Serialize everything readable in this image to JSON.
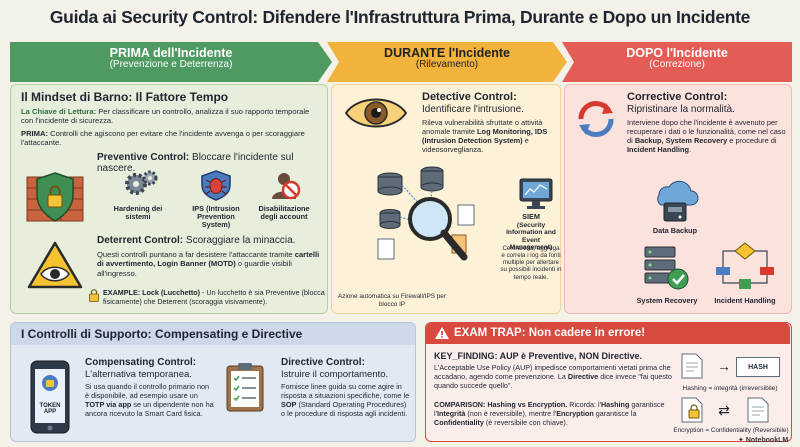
{
  "title": "Guida ai Security Control: Difendere l'Infrastruttura Prima, Durante e Dopo un Incidente",
  "phases": [
    {
      "title": "PRIMA dell'Incidente",
      "subtitle": "(Prevenzione e Deterrenza)"
    },
    {
      "title": "DURANTE l'Incidente",
      "subtitle": "(Rilevamento)"
    },
    {
      "title": "DOPO l'Incidente",
      "subtitle": "(Correzione)"
    }
  ],
  "prima": {
    "mindset_title": "Il Mindset di Barno: Il Fattore Tempo",
    "key_label": "La Chiave di Lettura:",
    "key_text": "Per classificare un controllo, analizza il suo rapporto temporale con l'incidente di sicurezza.",
    "prima_label": "PRIMA:",
    "prima_text": "Controlli che agiscono per evitare che l'incidente avvenga o per scoraggiare l'attaccante.",
    "preventive_label": "Preventive Control:",
    "preventive_text": "Bloccare l'incidente sul nascere.",
    "items": [
      "Hardening dei sistemi",
      "IPS (Intrusion Prevention System)",
      "Disabilitazione degli account"
    ],
    "deterrent_label": "Deterrent Control:",
    "deterrent_text": "Scoraggiare la minaccia.",
    "deterrent_desc_1": "Questi controlli puntano a far desistere l'attaccante tramite ",
    "deterrent_desc_bold": "cartelli di avvertimento, Login Banner (MOTD)",
    "deterrent_desc_2": " o guardie visibili all'ingresso.",
    "example_label": "EXAMPLE: Lock (Lucchetto)",
    "example_text": " - Un lucchetto è sia Preventive (blocca fisicamente) che Deterrent (scoraggia visivamente)."
  },
  "durante": {
    "detective_label": "Detective Control:",
    "detective_text": "Identificare l'intrusione.",
    "desc_1": "Rileva vulnerabilità sfruttate o attività anomale tramite ",
    "desc_bold": "Log Monitoring, IDS (Intrusion Detection System)",
    "desc_2": " e videosorveglianza.",
    "siem_title": "SIEM",
    "siem_sub": "(Security Information and Event Management)",
    "siem_desc": "Centralizza, aggrega e correla i log da fonti multiple per allertare su possibili incidenti in tempo reale.",
    "auto_note": "Azione automatica su Firewall/IPS per blocco IP"
  },
  "dopo": {
    "corrective_label": "Corrective Control:",
    "corrective_text": "Ripristinare la normalità.",
    "desc_1": "Interviene dopo che l'incidente è avvenuto per recuperare i dati o le funzionalità, come nel caso di ",
    "desc_bold": "Backup, System Recovery",
    "desc_2": " e procedure di ",
    "desc_bold2": "Incident Handling",
    "desc_3": ".",
    "items": [
      "Data Backup",
      "System Recovery",
      "Incident Handling"
    ]
  },
  "supporto": {
    "title": "I Controlli di Supporto: Compensating e Directive",
    "comp_label": "Compensating Control:",
    "comp_text": "L'alternativa temporanea.",
    "comp_desc_1": "Si usa quando il controllo primario non è disponibile, ad esempio usare un ",
    "comp_desc_bold": "TOTP via app",
    "comp_desc_2": " se un dipendente non ha ancora ricevuto la Smart Card fisica.",
    "token_label": "TOKEN APP",
    "dir_label": "Directive Control:",
    "dir_text": "Istruire il comportamento.",
    "dir_desc_1": "Fornisce linee guida su come agire in risposta a situazioni specifiche, come le ",
    "dir_desc_bold": "SOP",
    "dir_desc_2": " (Standard Operating Procedures) o le procedure di risposta agli incidenti."
  },
  "exam": {
    "title": "EXAM TRAP: Non cadere in errore!",
    "key_finding": "KEY_FINDING: AUP è Preventive, NON Directive.",
    "aup_1": "L'Acceptable Use Policy (AUP) impedisce comportamenti vietati prima che accadano, agendo come prevenzione. La ",
    "aup_bold": "Directive",
    "aup_2": " dice invece \"fai questo quando succede quello\".",
    "cmp_label": "COMPARISON: Hashing vs Encryption.",
    "cmp_1": " Ricorda: l'",
    "cmp_b1": "Hashing",
    "cmp_2": " garantisce l'",
    "cmp_b2": "Integrità",
    "cmp_3": " (non è reversibile), mentre l'",
    "cmp_b3": "Encryption",
    "cmp_4": " garantisce la ",
    "cmp_b4": "Confidentiality",
    "cmp_5": " (è reversibile con chiave).",
    "hash_label": "HASH",
    "hash_caption": "Hashing = integrità (irreversibile)",
    "enc_caption": "Encryption = Confidentiality (Reversibile)"
  },
  "brand": "NotebookLM"
}
